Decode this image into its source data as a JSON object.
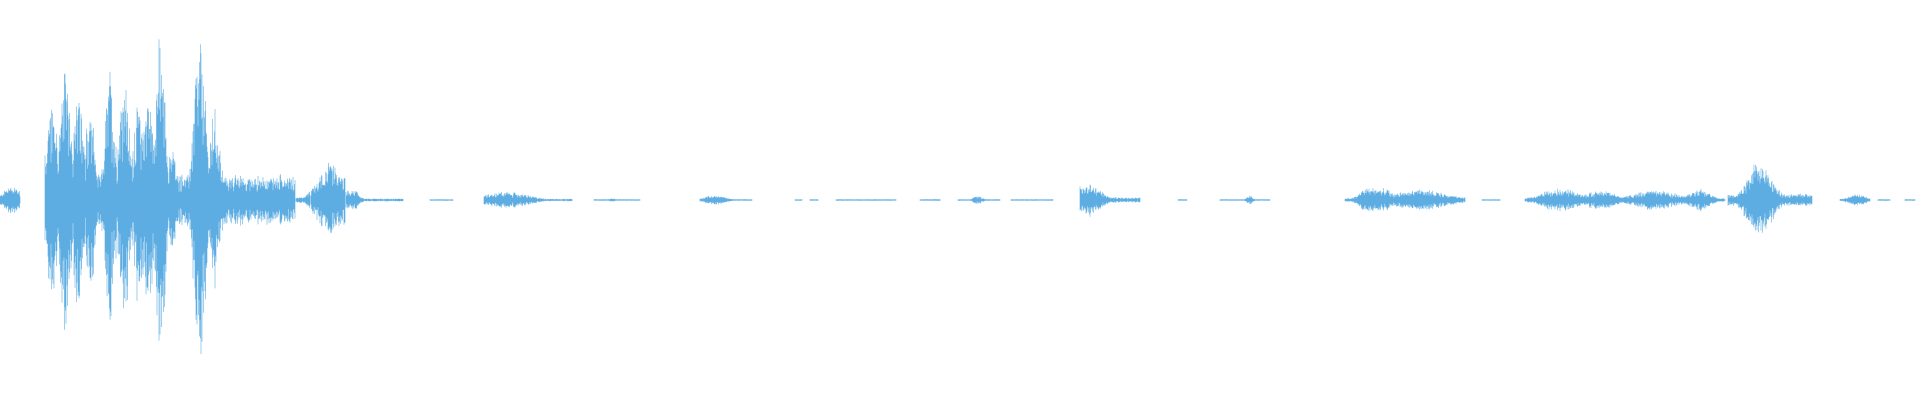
{
  "waveform": {
    "color": "#5dade2",
    "background": "#ffffff",
    "duration_units": 1920,
    "segments": [
      {
        "start": 0,
        "end": 20,
        "peak": 0.09
      },
      {
        "start": 45,
        "end": 295,
        "peak": 1.0
      },
      {
        "start": 296,
        "end": 310,
        "peak": 0.12
      },
      {
        "start": 311,
        "end": 345,
        "peak": 0.22
      },
      {
        "start": 346,
        "end": 403,
        "peak": 0.06
      },
      {
        "start": 430,
        "end": 453,
        "peak": 0.005
      },
      {
        "start": 484,
        "end": 572,
        "peak": 0.05
      },
      {
        "start": 594,
        "end": 640,
        "peak": 0.01
      },
      {
        "start": 700,
        "end": 752,
        "peak": 0.03
      },
      {
        "start": 795,
        "end": 802,
        "peak": 0.005
      },
      {
        "start": 810,
        "end": 818,
        "peak": 0.004
      },
      {
        "start": 836,
        "end": 896,
        "peak": 0.006
      },
      {
        "start": 920,
        "end": 940,
        "peak": 0.006
      },
      {
        "start": 958,
        "end": 1000,
        "peak": 0.025
      },
      {
        "start": 1011,
        "end": 1053,
        "peak": 0.006
      },
      {
        "start": 1080,
        "end": 1140,
        "peak": 0.11
      },
      {
        "start": 1178,
        "end": 1187,
        "peak": 0.003
      },
      {
        "start": 1220,
        "end": 1270,
        "peak": 0.025
      },
      {
        "start": 1345,
        "end": 1465,
        "peak": 0.07
      },
      {
        "start": 1482,
        "end": 1500,
        "peak": 0.003
      },
      {
        "start": 1525,
        "end": 1725,
        "peak": 0.07
      },
      {
        "start": 1728,
        "end": 1812,
        "peak": 0.24
      },
      {
        "start": 1840,
        "end": 1870,
        "peak": 0.04
      },
      {
        "start": 1878,
        "end": 1890,
        "peak": 0.002
      },
      {
        "start": 1905,
        "end": 1915,
        "peak": 0.002
      }
    ],
    "bursts": [
      {
        "center": 12,
        "half_width": 8,
        "level": 0.09
      },
      {
        "center": 52,
        "half_width": 6,
        "level": 0.62
      },
      {
        "center": 66,
        "half_width": 6,
        "level": 0.82
      },
      {
        "center": 78,
        "half_width": 5,
        "level": 0.64
      },
      {
        "center": 90,
        "half_width": 5,
        "level": 0.55
      },
      {
        "center": 110,
        "half_width": 5,
        "level": 0.75
      },
      {
        "center": 124,
        "half_width": 5,
        "level": 0.8
      },
      {
        "center": 138,
        "half_width": 5,
        "level": 0.62
      },
      {
        "center": 148,
        "half_width": 5,
        "level": 0.72
      },
      {
        "center": 160,
        "half_width": 5,
        "level": 0.99
      },
      {
        "center": 172,
        "half_width": 4,
        "level": 0.35
      },
      {
        "center": 200,
        "half_width": 6,
        "level": 0.95
      },
      {
        "center": 215,
        "half_width": 5,
        "level": 0.55
      },
      {
        "center": 238,
        "half_width": 10,
        "level": 0.12
      },
      {
        "center": 262,
        "half_width": 12,
        "level": 0.06
      },
      {
        "center": 330,
        "half_width": 12,
        "level": 0.22
      },
      {
        "center": 345,
        "half_width": 8,
        "level": 0.16
      },
      {
        "center": 505,
        "half_width": 22,
        "level": 0.05
      },
      {
        "center": 612,
        "half_width": 3,
        "level": 0.012
      },
      {
        "center": 715,
        "half_width": 10,
        "level": 0.03
      },
      {
        "center": 940,
        "half_width": 3,
        "level": 0.04
      },
      {
        "center": 978,
        "half_width": 4,
        "level": 0.03
      },
      {
        "center": 1088,
        "half_width": 12,
        "level": 0.1
      },
      {
        "center": 1250,
        "half_width": 3,
        "level": 0.025
      },
      {
        "center": 1376,
        "half_width": 12,
        "level": 0.11
      },
      {
        "center": 1420,
        "half_width": 28,
        "level": 0.06
      },
      {
        "center": 1560,
        "half_width": 18,
        "level": 0.07
      },
      {
        "center": 1600,
        "half_width": 16,
        "level": 0.055
      },
      {
        "center": 1655,
        "half_width": 22,
        "level": 0.06
      },
      {
        "center": 1700,
        "half_width": 10,
        "level": 0.07
      },
      {
        "center": 1760,
        "half_width": 12,
        "level": 0.24
      },
      {
        "center": 1857,
        "half_width": 8,
        "level": 0.04
      }
    ]
  }
}
